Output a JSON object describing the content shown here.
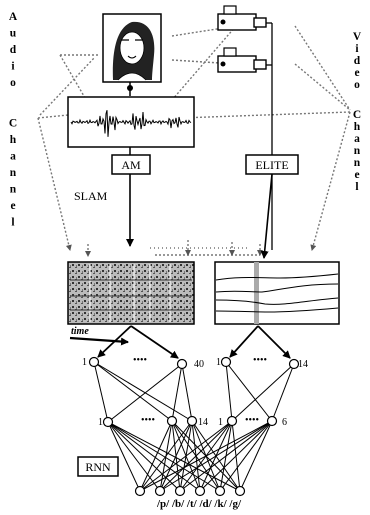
{
  "left_channel_label": "Audio Channel",
  "right_channel_label": "Video Channel",
  "boxes": {
    "am": "AM",
    "elite": "ELITE",
    "rnn": "RNN"
  },
  "slam_label": "SLAM",
  "time_label": "time",
  "layers": {
    "left_input": {
      "first": "1",
      "dots": "••••",
      "last": "40"
    },
    "right_input": {
      "first": "1",
      "dots": "••••",
      "last": "14"
    },
    "left_hidden": {
      "first": "1",
      "dots": "••••",
      "last": "14"
    },
    "right_hidden": {
      "first": "1",
      "dots": "••••",
      "last": "6"
    }
  },
  "output_label": "/p/ /b/ /t/ /d/ /k/ /g/",
  "icons": [
    "face-icon",
    "video-camera-icon",
    "waveform-icon",
    "spectrogram-icon",
    "lip-trajectory-icon"
  ]
}
